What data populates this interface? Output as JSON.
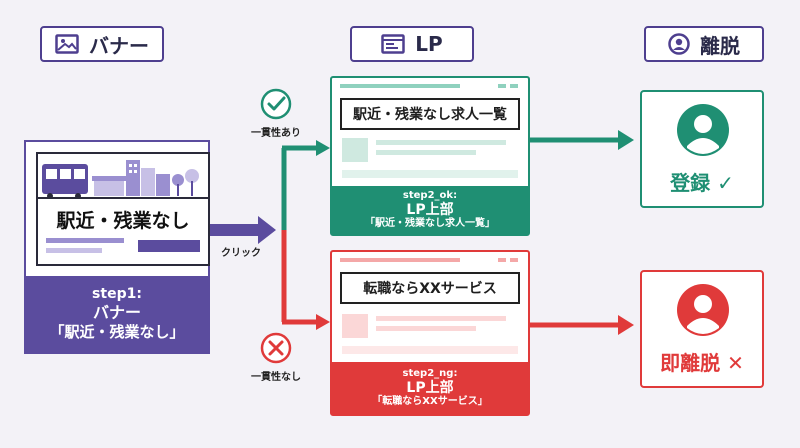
{
  "headers": {
    "banner": "バナー",
    "lp": "LP",
    "exit": "離脱"
  },
  "banner": {
    "image_text": "駅近・残業なし",
    "step": "step1:",
    "name": "バナー",
    "quote": "「駅近・残業なし」"
  },
  "arrows": {
    "click": "クリック",
    "consistent": "一貫性あり",
    "inconsistent": "一貫性なし"
  },
  "lp_ok": {
    "headline": "駅近・残業なし求人一覧",
    "step": "step2_ok:",
    "name": "LP上部",
    "quote": "「駅近・残業なし求人一覧」"
  },
  "lp_ng": {
    "headline": "転職ならXXサービス",
    "step": "step2_ng:",
    "name": "LP上部",
    "quote": "「転職ならXXサービス」"
  },
  "outcomes": {
    "ok_label": "登録 ✓",
    "ng_label": "即離脱 ✕"
  },
  "colors": {
    "purple": "#5b4c9e",
    "green": "#1f8f73",
    "red": "#e03a3a"
  }
}
